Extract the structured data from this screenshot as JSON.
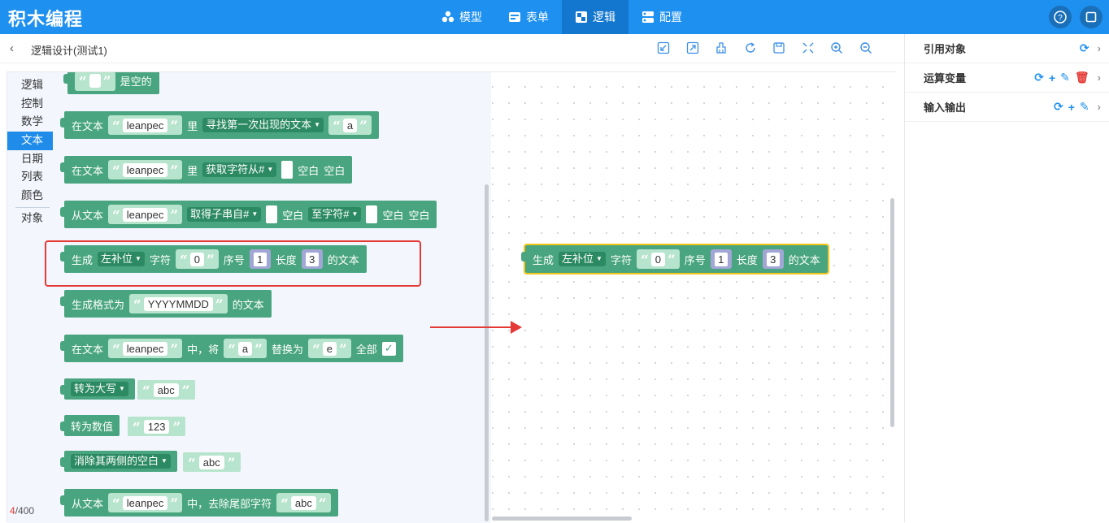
{
  "app": {
    "title": "积木编程"
  },
  "nav": [
    {
      "label": "模型",
      "icon": "cubes-icon"
    },
    {
      "label": "表单",
      "icon": "form-icon"
    },
    {
      "label": "逻辑",
      "icon": "logic-icon",
      "active": true
    },
    {
      "label": "配置",
      "icon": "config-icon"
    }
  ],
  "header": {
    "help_icon": "help-icon",
    "fullscreen_icon": "fullscreen-icon"
  },
  "subbar": {
    "back_icon": "chevron-left-icon",
    "title": "逻辑设计(测试1)",
    "tools": [
      "import-icon",
      "export-icon",
      "clear-icon",
      "refresh-icon",
      "save-icon",
      "fit-icon",
      "zoom-in-icon",
      "zoom-out-icon"
    ]
  },
  "categories": [
    "逻辑",
    "控制",
    "数学",
    "文本",
    "日期",
    "列表",
    "颜色",
    "对象"
  ],
  "active_category": "文本",
  "blocks": {
    "b0": {
      "suffix": "是空的"
    },
    "b1": {
      "p1": "在文本",
      "s1": "leanpec",
      "p2": "里",
      "dd": "寻找第一次出现的文本",
      "s2": "a"
    },
    "b2": {
      "p1": "在文本",
      "s1": "leanpec",
      "p2": "里",
      "dd": "获取字符从#",
      "p3": "空白",
      "p4": "空白"
    },
    "b3": {
      "p1": "从文本",
      "s1": "leanpec",
      "dd1": "取得子串自#",
      "p2": "空白",
      "dd2": "至字符#",
      "p3": "空白",
      "p4": "空白"
    },
    "b4": {
      "p1": "生成",
      "dd": "左补位",
      "p2": "字符",
      "s1": "0",
      "p3": "序号",
      "n1": "1",
      "p4": "长度",
      "n2": "3",
      "p5": "的文本"
    },
    "b5": {
      "p1": "生成格式为",
      "s1": "YYYYMMDD",
      "p2": "的文本"
    },
    "b6": {
      "p1": "在文本",
      "s1": "leanpec",
      "p2": "中，将",
      "s2": "a",
      "p3": "替换为",
      "s3": "e",
      "p4": "全部"
    },
    "b7": {
      "dd": "转为大写",
      "s1": "abc"
    },
    "b8": {
      "p1": "转为数值",
      "s1": "123"
    },
    "b9": {
      "dd": "消除其两侧的空白",
      "s1": "abc"
    },
    "b10": {
      "p1": "从文本",
      "s1": "leanpec",
      "p2": "中，去除尾部字符",
      "s2": "abc"
    }
  },
  "canvas_block": {
    "p1": "生成",
    "dd": "左补位",
    "p2": "字符",
    "s1": "0",
    "p3": "序号",
    "n1": "1",
    "p4": "长度",
    "n2": "3",
    "p5": "的文本"
  },
  "counter": {
    "current": "4",
    "total": "/400"
  },
  "right_panel": [
    {
      "label": "引用对象",
      "icons": [
        "refresh-icon"
      ]
    },
    {
      "label": "运算变量",
      "icons": [
        "refresh-icon",
        "plus-icon",
        "edit-icon",
        "delete-icon"
      ]
    },
    {
      "label": "输入输出",
      "icons": [
        "refresh-icon",
        "plus-icon",
        "edit-icon"
      ]
    }
  ],
  "colors": {
    "accent": "#1e90f0",
    "block": "#49a57f",
    "highlight": "#e53935"
  }
}
